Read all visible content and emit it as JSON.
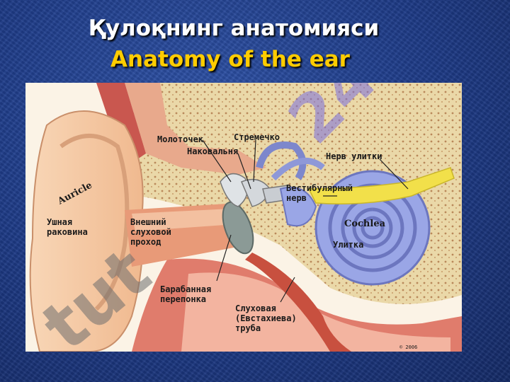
{
  "slide": {
    "title_uz": "Қулоқнинг анатомияси",
    "title_en": "Anatomy of the ear"
  },
  "diagram": {
    "labels": {
      "auricle_en": "Auricle",
      "auricle_ru": "Ушная\nраковина",
      "ear_canal": "Внешний\nслуховой\nпроход",
      "malleus": "Молоточек",
      "stapes": "Стремечко",
      "incus": "Наковальня",
      "cochlear_nerve": "Нерв улитки",
      "vestibular_nerve": "Вестибулярный\nнерв",
      "cochlea_en": "Cochlea",
      "cochlea_ru": "Улитка",
      "eardrum": "Барабанная\nперепонка",
      "eustachian": "Слуховая\n(Евстахиева)\nтруба",
      "copyright": "© 2006"
    },
    "watermark_purple": "24",
    "watermark_grey": "tut"
  },
  "colors": {
    "background": "#1f3c8a",
    "title_en": "#ffcc00",
    "title_uz": "#ffffff",
    "cochlea": "#9aa6e6",
    "skin": "#f6c9a4",
    "bone": "#ead8a8",
    "muscle": "#d9706a",
    "nerve": "#f2e04a"
  }
}
